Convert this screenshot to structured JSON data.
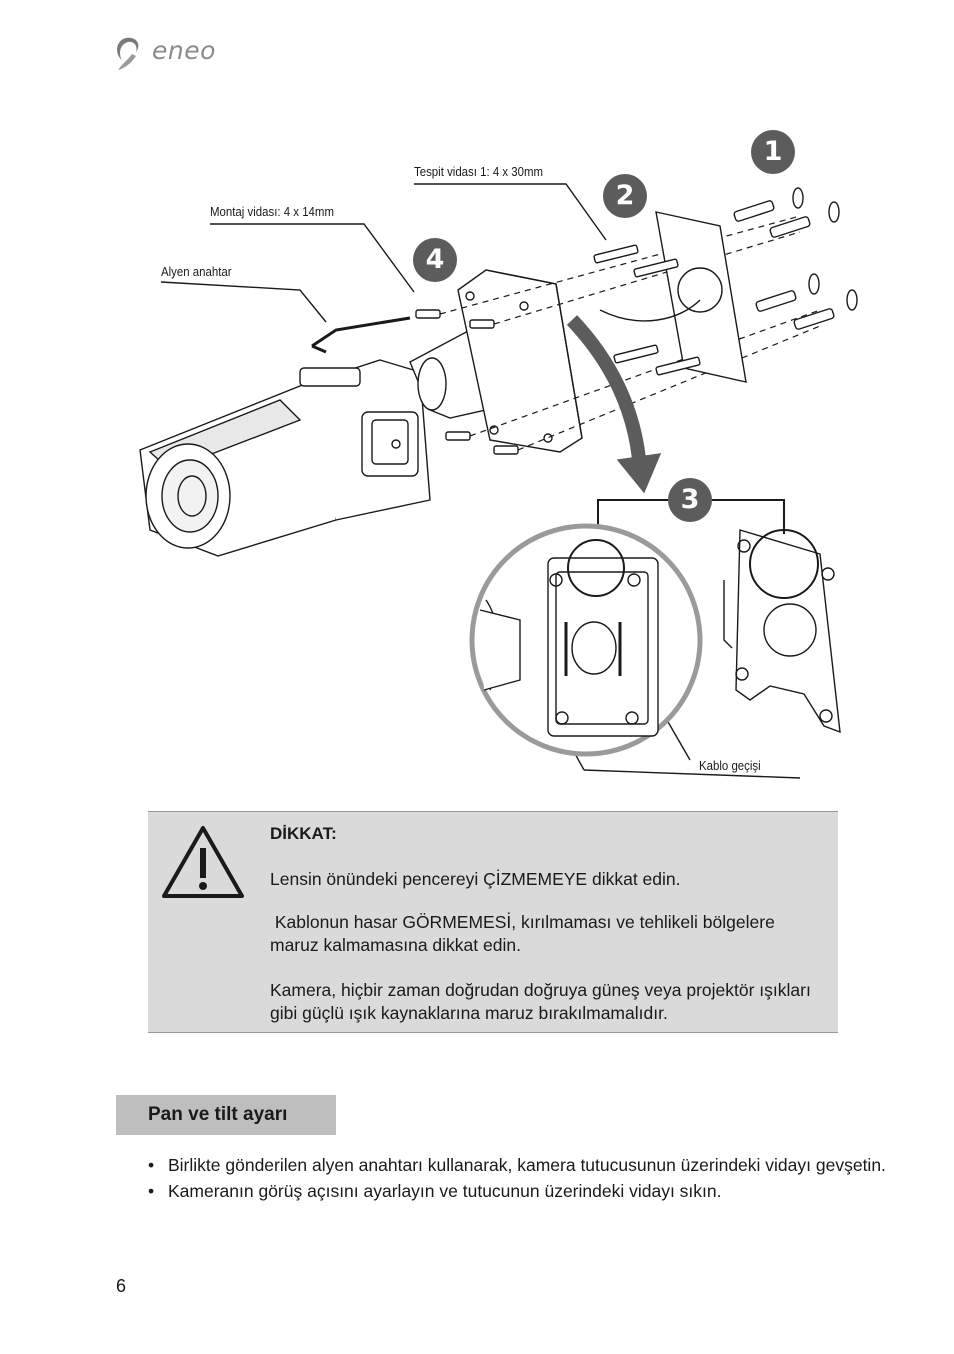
{
  "header": {
    "logo_text": "eneo"
  },
  "figure": {
    "labels": {
      "fixing_screw": "Tespit vidası 1: 4 x 30mm",
      "mounting_screw": "Montaj vidası: 4 x 14mm",
      "allen_key": "Alyen anahtar",
      "cable_passage": "Kablo geçişi"
    },
    "steps": [
      "1",
      "2",
      "3",
      "4"
    ]
  },
  "caution": {
    "title": "DİKKAT:",
    "paragraphs": [
      "Lensin önündeki pencereyi ÇİZMEMEYE dikkat edin.",
      " Kablonun hasar GÖRMEMESİ, kırılmaması ve tehlikeli bölgelere maruz kalmamasına dikkat edin.",
      "Kamera, hiçbir zaman doğrudan doğruya güneş veya projektör ışıkları gibi güçlü ışık kaynaklarına maruz bırakılmamalıdır."
    ]
  },
  "section": {
    "heading": "Pan ve tilt ayarı",
    "bullet_symbol": "•",
    "bullets": [
      "Birlikte gönderilen alyen anahtarı kullanarak, kamera tutucusunun üzerindeki vidayı gevşetin.",
      "Kameranın görüş açısını ayarlayın ve tutucunun üzerindeki vidayı sıkın."
    ]
  },
  "footer": {
    "page_number": "6"
  }
}
